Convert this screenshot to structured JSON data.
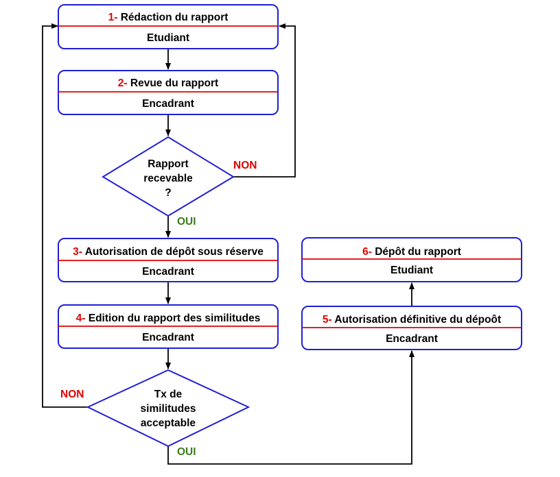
{
  "colors": {
    "box_border": "#1f1fd6",
    "divider": "#e00000",
    "number": "#e00000",
    "no_label": "#e00000",
    "yes_label": "#3a7d1c",
    "connector": "#000000",
    "background": "#ffffff"
  },
  "boxes": [
    {
      "number": "1-",
      "title": "Rédaction du rapport",
      "role": "Etudiant"
    },
    {
      "number": "2-",
      "title": "Revue du rapport",
      "role": "Encadrant"
    },
    {
      "number": "3-",
      "title": "Autorisation de dépôt sous réserve",
      "role": "Encadrant"
    },
    {
      "number": "4-",
      "title": "Edition du rapport des similitudes",
      "role": "Encadrant"
    },
    {
      "number": "5-",
      "title": "Autorisation définitive du dépoôt",
      "role": "Encadrant"
    },
    {
      "number": "6-",
      "title": "Dépôt du rapport",
      "role": "Etudiant"
    }
  ],
  "decisions": [
    {
      "lines": [
        "Rapport",
        "recevable",
        "?"
      ],
      "yes": "OUI",
      "no": "NON"
    },
    {
      "lines": [
        "Tx de",
        "similitudes",
        "acceptable"
      ],
      "yes": "OUI",
      "no": "NON"
    }
  ]
}
